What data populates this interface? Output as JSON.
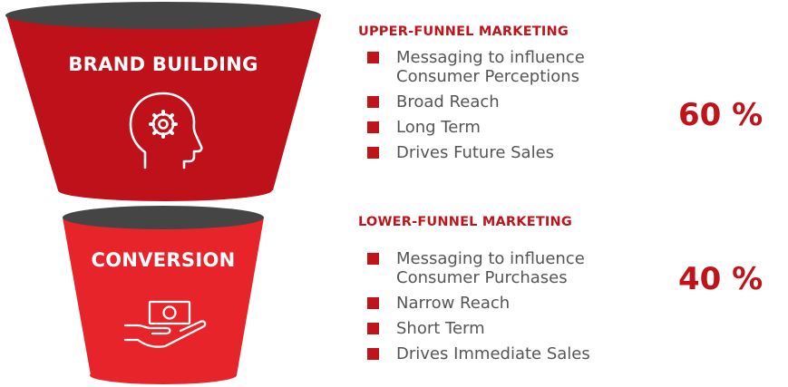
{
  "colors": {
    "upper_stage": "#bf1119",
    "lower_stage": "#e8242b",
    "rim": "#454545",
    "accent": "#c0141b",
    "bullet_text": "#555555"
  },
  "funnel": {
    "upper": {
      "title": "BRAND BUILDING",
      "icon": "head-gear-icon"
    },
    "lower": {
      "title": "CONVERSION",
      "icon": "hand-money-icon"
    }
  },
  "sections": [
    {
      "heading": "UPPER-FUNNEL MARKETING",
      "bullets": [
        [
          "Messaging to influence",
          "Consumer Perceptions"
        ],
        [
          "Broad Reach"
        ],
        [
          "Long Term"
        ],
        [
          "Drives Future Sales"
        ]
      ],
      "percent": "60 %"
    },
    {
      "heading": "LOWER-FUNNEL MARKETING",
      "bullets": [
        [
          "Messaging to influence",
          "Consumer Purchases"
        ],
        [
          "Narrow Reach"
        ],
        [
          "Short Term"
        ],
        [
          "Drives Immediate Sales"
        ]
      ],
      "percent": "40 %"
    }
  ]
}
